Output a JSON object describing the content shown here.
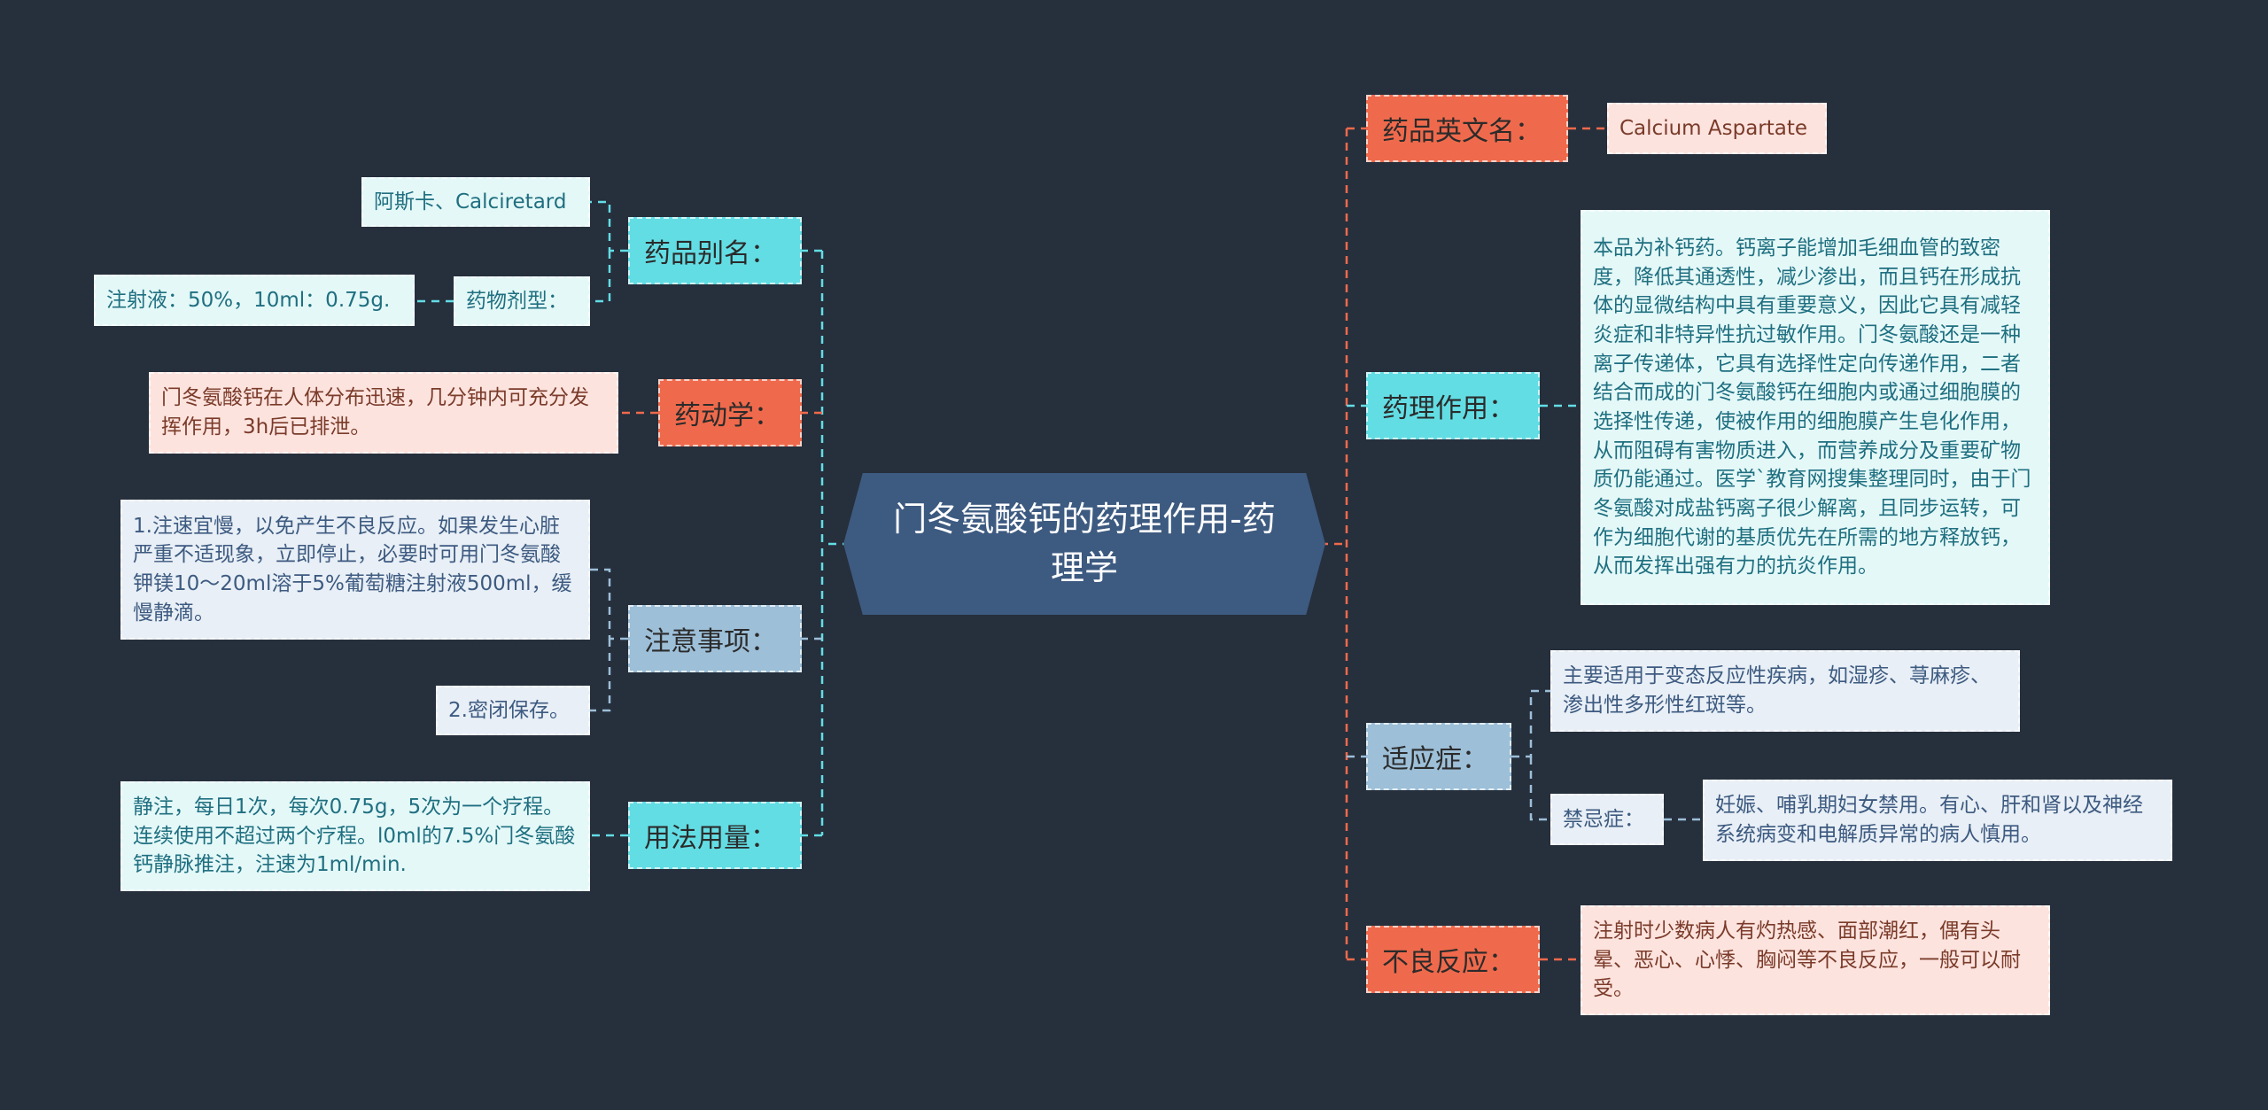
{
  "center": {
    "title": "门冬氨酸钙的药理作用-药理学"
  },
  "left": {
    "alias": {
      "label": "药品别名：",
      "value": "阿斯卡、Calciretard",
      "dosage_form": {
        "label": "药物剂型：",
        "value": "注射液：50%，10ml：0.75g."
      }
    },
    "pharmacokinetics": {
      "label": "药动学：",
      "value": "门冬氨酸钙在人体分布迅速，几分钟内可充分发挥作用，3h后已排泄。"
    },
    "precautions": {
      "label": "注意事项：",
      "items": [
        "1.注速宜慢，以免产生不良反应。如果发生心脏严重不适现象，立即停止，必要时可用门冬氨酸钾镁10～20ml溶于5%葡萄糖注射液500ml，缓慢静滴。",
        "2.密闭保存。"
      ]
    },
    "usage": {
      "label": "用法用量：",
      "value": "静注，每日1次，每次0.75g，5次为一个疗程。连续使用不超过两个疗程。l0ml的7.5%门冬氨酸钙静脉推注，注速为1ml/min."
    }
  },
  "right": {
    "english_name": {
      "label": "药品英文名：",
      "value": "Calcium Aspartate"
    },
    "pharmacology": {
      "label": "药理作用：",
      "value": "本品为补钙药。钙离子能增加毛细血管的致密度，降低其通透性，减少渗出，而且钙在形成抗体的显微结构中具有重要意义，因此它具有减轻炎症和非特异性抗过敏作用。门冬氨酸还是一种离子传递体，它具有选择性定向传递作用，二者结合而成的门冬氨酸钙在细胞内或通过细胞膜的选择性传递，使被作用的细胞膜产生皂化作用，从而阻碍有害物质进入，而营养成分及重要矿物质仍能通过。医学`教育网搜集整理同时，由于门冬氨酸对成盐钙离子很少解离，且同步运转，可作为细胞代谢的基质优先在所需的地方释放钙，从而发挥出强有力的抗炎作用。"
    },
    "indications": {
      "label": "适应症：",
      "value": "主要适用于变态反应性疾病，如湿疹、荨麻疹、渗出性多形性红斑等。",
      "contraindications": {
        "label": "禁忌症：",
        "value": "妊娠、哺乳期妇女禁用。有心、肝和肾以及神经系统病变和电解质异常的病人慎用。"
      }
    },
    "adverse": {
      "label": "不良反应：",
      "value": "注射时少数病人有灼热感、面部潮红，偶有头晕、恶心、心悸、胸闷等不良反应，一般可以耐受。"
    }
  },
  "colors": {
    "background": "#262f3c",
    "center": "#3d5a80",
    "cyan": "#63dde4",
    "salmon": "#ef6a4c",
    "steel": "#9dbfd8",
    "cyan_leaf": "#e4f8f8",
    "salmon_leaf": "#fde3de",
    "steel_leaf": "#e8eff6",
    "cyan_text": "#1f6f80",
    "salmon_text": "#7a3b2a",
    "steel_text": "#3d5a80"
  }
}
